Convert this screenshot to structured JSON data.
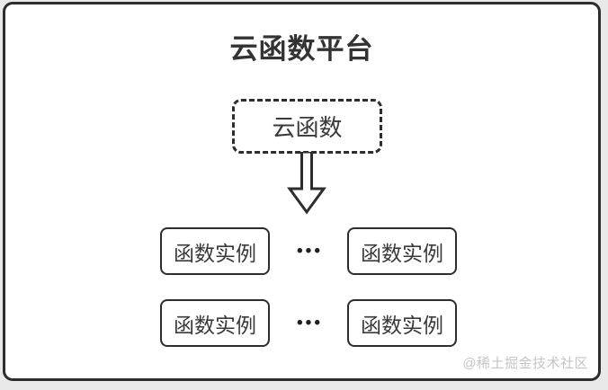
{
  "diagram": {
    "title": "云函数平台",
    "cloud_function_box": {
      "label": "云函数"
    },
    "instance_rows": [
      {
        "left": "函数实例",
        "dots": "•••",
        "right": "函数实例"
      },
      {
        "left": "函数实例",
        "dots": "•••",
        "right": "函数实例"
      }
    ],
    "watermark": "@稀土掘金技术社区"
  },
  "icons": {
    "down_arrow": "hollow-down-arrow"
  },
  "colors": {
    "canvas_bg": "#e9e9e9",
    "card_bg": "#ffffff",
    "border": "#2d2d2d",
    "title_text": "#333333",
    "box_text": "#3a3a3a",
    "dots": "#222222",
    "watermark": "#c5c5c5"
  }
}
